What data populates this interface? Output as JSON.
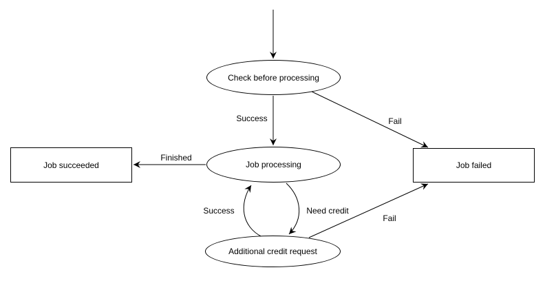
{
  "diagram": {
    "type": "flowchart",
    "background_color": "#ffffff",
    "stroke_color": "#000000",
    "text_color": "#000000",
    "nodes": {
      "check": {
        "label": "Check before processing",
        "shape": "ellipse"
      },
      "processing": {
        "label": "Job processing",
        "shape": "ellipse"
      },
      "credit": {
        "label": "Additional credit request",
        "shape": "ellipse"
      },
      "succeeded": {
        "label": "Job succeeded",
        "shape": "rectangle"
      },
      "failed": {
        "label": "Job failed",
        "shape": "rectangle"
      }
    },
    "edges": {
      "start_to_check": {
        "from": "start",
        "to": "check",
        "label": ""
      },
      "check_to_processing": {
        "from": "check",
        "to": "processing",
        "label": "Success"
      },
      "check_to_failed": {
        "from": "check",
        "to": "failed",
        "label": "Fail"
      },
      "processing_to_succeeded": {
        "from": "processing",
        "to": "succeeded",
        "label": "Finished"
      },
      "credit_to_processing": {
        "from": "credit",
        "to": "processing",
        "label": "Success"
      },
      "processing_to_credit": {
        "from": "processing",
        "to": "credit",
        "label": "Need credit"
      },
      "credit_to_failed": {
        "from": "credit",
        "to": "failed",
        "label": "Fail"
      }
    }
  }
}
